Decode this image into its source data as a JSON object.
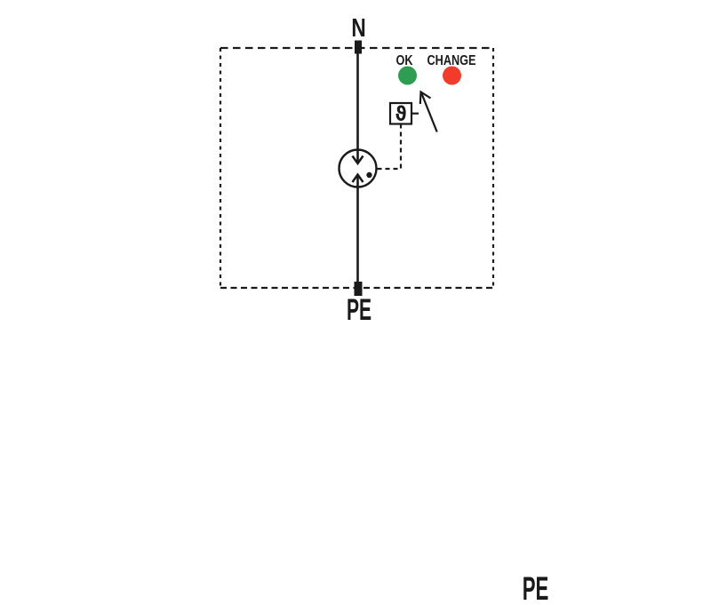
{
  "diagram": {
    "labels": {
      "terminal_top": "N",
      "terminal_bottom": "PE",
      "indicator_ok": "OK",
      "indicator_change": "CHANGE",
      "thermal_symbol": "ϑ",
      "corner_pe": "PE"
    },
    "colors": {
      "stroke": "#1A1A1A",
      "ok_led": "#2D9E51",
      "change_led": "#F33B2B",
      "spark_gap_fill": "#D8D8D4",
      "thermal_box_fill": "#A9A9A6",
      "background": "#FFFFFF"
    }
  }
}
